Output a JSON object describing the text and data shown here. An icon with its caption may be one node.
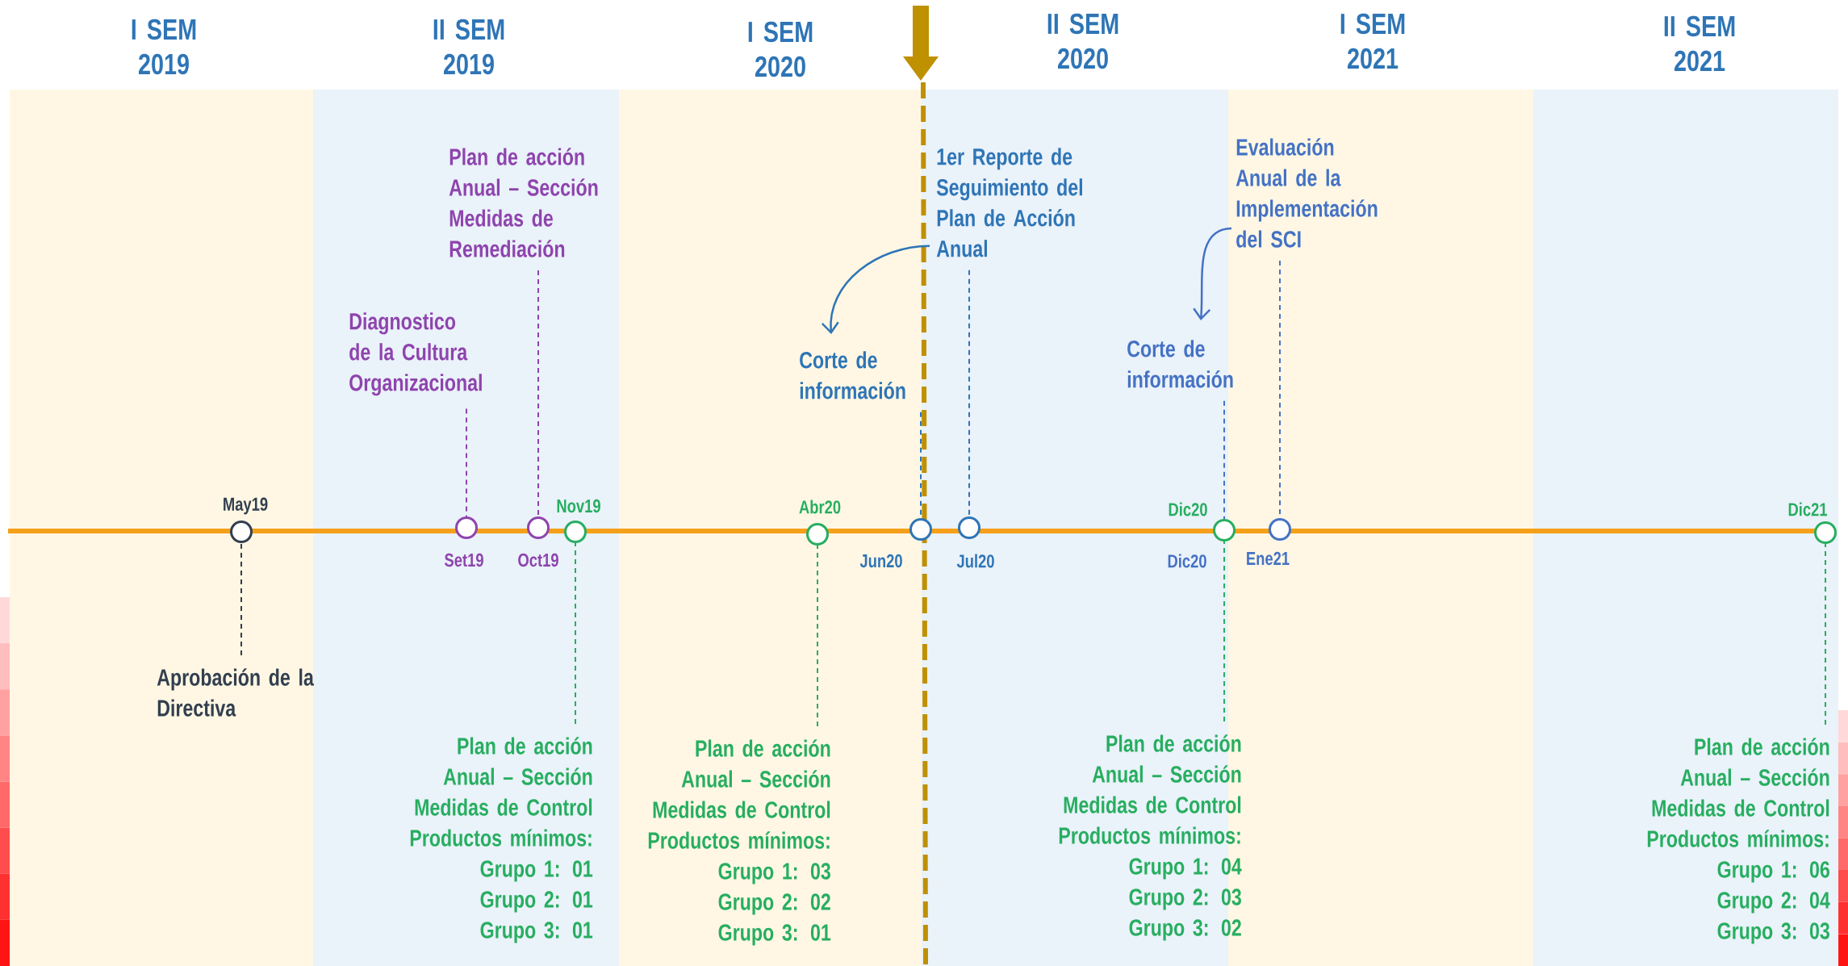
{
  "diagram": {
    "nodes": [
      {
        "text": [
          "I SEM 2019"
        ]
      },
      {
        "text": [
          "II SEM 2019"
        ]
      },
      {
        "text": [
          "I SEM 2020"
        ]
      },
      {
        "text": [
          "II SEM 2020"
        ]
      },
      {
        "text": [
          "I SEM 2021"
        ]
      },
      {
        "text": [
          "II SEM 2021"
        ]
      },
      {
        "text": [
          "Plan de acción Anual – Sección Medidas de Remediación"
        ],
        "in": 1
      },
      {
        "text": [
          "1er Reporte de Seguimiento del Plan de Acción Anual"
        ],
        "in": 3
      },
      {
        "text": [
          "Evaluación Anual de la Implementación del SCI"
        ],
        "in": 4
      },
      {
        "text": [
          "Diagnostico de la Cultura Organizacional"
        ],
        "in": 1
      },
      {
        "text": [
          "Corte de información"
        ],
        "in": 2
      },
      {
        "text": [
          "Corte de información"
        ],
        "in": 3
      },
      {
        "text": [],
        "shape": "circle",
        "beside": [
          "May19"
        ],
        "in": 0
      },
      {
        "text": [],
        "shape": "circle",
        "beside": [
          "Set19"
        ],
        "in": 1
      },
      {
        "text": [],
        "shape": "circle",
        "beside": [
          "Oct19"
        ],
        "in": 1
      },
      {
        "text": [],
        "shape": "circle",
        "beside": [
          "Nov19"
        ],
        "in": 1
      },
      {
        "text": [],
        "shape": "circle",
        "beside": [
          "Abr20"
        ],
        "in": 2
      },
      {
        "text": [],
        "shape": "circle",
        "beside": [
          "Jun20"
        ]
      },
      {
        "text": [],
        "shape": "circle",
        "beside": [
          "Jul20"
        ],
        "in": 3
      },
      {
        "text": [],
        "shape": "circle",
        "beside": [
          "Dic20",
          "Dic20"
        ]
      },
      {
        "text": [],
        "shape": "circle",
        "beside": [
          "Ene21"
        ],
        "in": 4
      },
      {
        "text": [],
        "shape": "circle",
        "beside": [
          "Dic21"
        ],
        "in": 5
      },
      {
        "text": [
          "Aprobación de la Directiva"
        ],
        "in": 0
      },
      {
        "text": [
          "Plan de acción Anual – Sección Medidas de Control",
          "Productos mínimos:",
          "Grupo 1: 01",
          "Grupo 2: 01",
          "Grupo 3: 01"
        ],
        "in": 1
      },
      {
        "text": [
          "Plan de acción Anual – Sección Medidas de Control",
          "Productos mínimos:",
          "Grupo 1: 03",
          "Grupo 2: 02",
          "Grupo 3: 01"
        ],
        "in": 2
      },
      {
        "text": [
          "Plan de acción Anual – Sección Medidas de Control",
          "Productos mínimos:",
          "Grupo 1: 04",
          "Grupo 2: 03",
          "Grupo 3: 02"
        ]
      },
      {
        "text": [
          "Plan de acción Anual – Sección Medidas de Control",
          "Productos mínimos:",
          "Grupo 1: 06",
          "Grupo 2: 04",
          "Grupo 3: 03"
        ],
        "in": 5
      }
    ],
    "edges": [
      {
        "from": 22,
        "to": 12,
        "arrow": "none",
        "style": "dashed",
        "color": "#323f4f"
      },
      {
        "from": 9,
        "to": 13,
        "arrow": "none",
        "style": "dashed",
        "color": "#8e44ad"
      },
      {
        "from": 6,
        "to": 14,
        "arrow": "none",
        "style": "dashed",
        "color": "#8e44ad"
      },
      {
        "from": 23,
        "to": 15,
        "arrow": "none",
        "style": "dashed",
        "color": "#27ae60"
      },
      {
        "from": 24,
        "to": 16,
        "arrow": "none",
        "style": "dashed",
        "color": "#27ae60"
      },
      {
        "from": 10,
        "to": 17,
        "arrow": "none",
        "style": "dashed"
      },
      {
        "from": 7,
        "to": 18,
        "arrow": "none",
        "style": "dashed"
      },
      {
        "from": 11,
        "to": 19,
        "arrow": "none",
        "style": "dashed",
        "color": "#4472c4"
      },
      {
        "from": 25,
        "to": 19,
        "arrow": "none",
        "style": "dashed",
        "color": "#27ae60"
      },
      {
        "from": 8,
        "to": 20,
        "arrow": "none",
        "style": "dashed",
        "color": "#4472c4"
      },
      {
        "from": 26,
        "to": 21,
        "arrow": "none",
        "style": "dashed",
        "color": "#27ae60"
      },
      {
        "from": 7,
        "to": 10,
        "arrow": "to"
      },
      {
        "from": 8,
        "to": 11,
        "arrow": "to",
        "color": "#4472c4"
      }
    ]
  }
}
